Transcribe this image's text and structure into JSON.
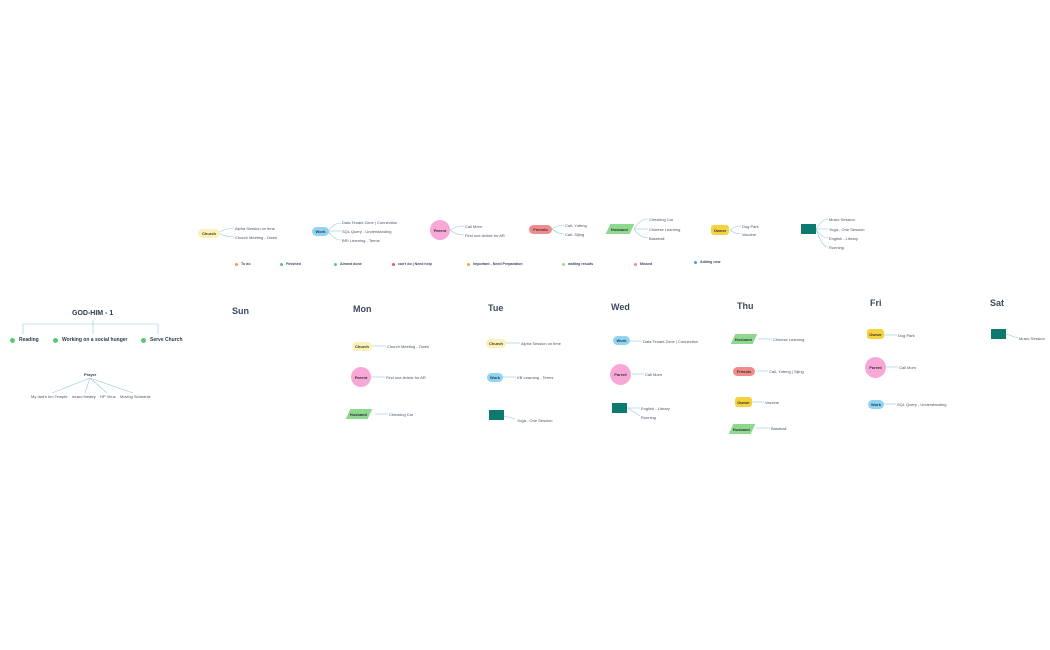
{
  "colors": {
    "church": "#fdf0b8",
    "work": "#8fd4f5",
    "parent": "#f7a8d6",
    "friends": "#f28b8b",
    "husband": "#8ed98f",
    "owner": "#f5d23e",
    "teal": "#0c7a6e",
    "line": "#7fc6d8"
  },
  "top_row": {
    "church": {
      "label": "Church",
      "leaves": [
        "Alpha Session on time",
        "Church Meeting - Owen"
      ]
    },
    "work": {
      "label": "Work",
      "leaves": [
        "Data Tenant Zone | Connection",
        "SQL Query - Understanding",
        "BRI Learning - Terms"
      ]
    },
    "parent": {
      "label": "Parent",
      "leaves": [
        "Call Mom",
        "Find one Article for AR"
      ]
    },
    "friends": {
      "label": "Friends",
      "leaves": [
        "Call- Yufeng",
        "Call- Sijing"
      ]
    },
    "husband": {
      "label": "Husband",
      "leaves": [
        "Checking Car",
        "Chinese Learning",
        "Baseball"
      ]
    },
    "owner": {
      "label": "Owner",
      "leaves": [
        "Dog Park",
        "Vaccine"
      ]
    },
    "teal": {
      "label": "",
      "leaves": [
        "Music Session",
        "Yoga - One Session",
        "English - Library",
        "Running"
      ]
    }
  },
  "legend": [
    {
      "label": "To do",
      "color": "#f39a4a"
    },
    {
      "label": "Finished",
      "color": "#5cc96b"
    },
    {
      "label": "Almost done",
      "color": "#5cc96b"
    },
    {
      "label": "can't do | Need help",
      "color": "#f05454"
    },
    {
      "label": "Important - Need Preparation",
      "color": "#f5a623"
    },
    {
      "label": "waiting results",
      "color": "#a8d38a"
    },
    {
      "label": "Missed",
      "color": "#f28b8b"
    },
    {
      "label": "Adding new",
      "color": "#3aa0e8"
    }
  ],
  "godhim": {
    "title": "GOD-HIM - 1",
    "topics": [
      "Reading",
      "Working on a social hunger",
      "Serve Church"
    ],
    "prayer": {
      "label": "Prayer",
      "leaves": [
        "My dad's hm Temple",
        "music theatry",
        "HP Virus",
        "Moving Schedule"
      ]
    }
  },
  "days": {
    "sun": {
      "label": "Sun"
    },
    "mon": {
      "label": "Mon",
      "church": "Church",
      "church_leaf": "Church Meeting - Owen",
      "parent": "Parent",
      "parent_leaf": "Find one Article for AR",
      "husband": "Husband",
      "husband_leaf": "Checking Car"
    },
    "tue": {
      "label": "Tue",
      "church": "Church",
      "church_leaf": "Alpha Session on time",
      "work": "Work",
      "work_leaf": "KB Learning - Terms",
      "teal_leaf": "Yoga - One Session"
    },
    "wed": {
      "label": "Wed",
      "work": "Work",
      "work_leaf": "Data Tenant Zone | Connection",
      "parent": "Parent",
      "parent_leaf": "Call Mom",
      "teal_leaves": [
        "English - Library",
        "Running"
      ]
    },
    "thu": {
      "label": "Thu",
      "husband": "Husband",
      "husband_leaf": "Chinese Learning",
      "friends": "Friends",
      "friends_leaf": "Call- Yufeng | Sijing",
      "owner": "Owner",
      "owner_leaf": "Vaccine",
      "husband2": "Husband",
      "husband2_leaf": "Baseball"
    },
    "fri": {
      "label": "Fri",
      "owner": "Owner",
      "owner_leaf": "Dog Park",
      "parent": "Parent",
      "parent_leaf": "Call Mom",
      "work": "Work",
      "work_leaf": "SQL Query - Understanding"
    },
    "sat": {
      "label": "Sat",
      "teal_leaf": "Music Session"
    }
  }
}
